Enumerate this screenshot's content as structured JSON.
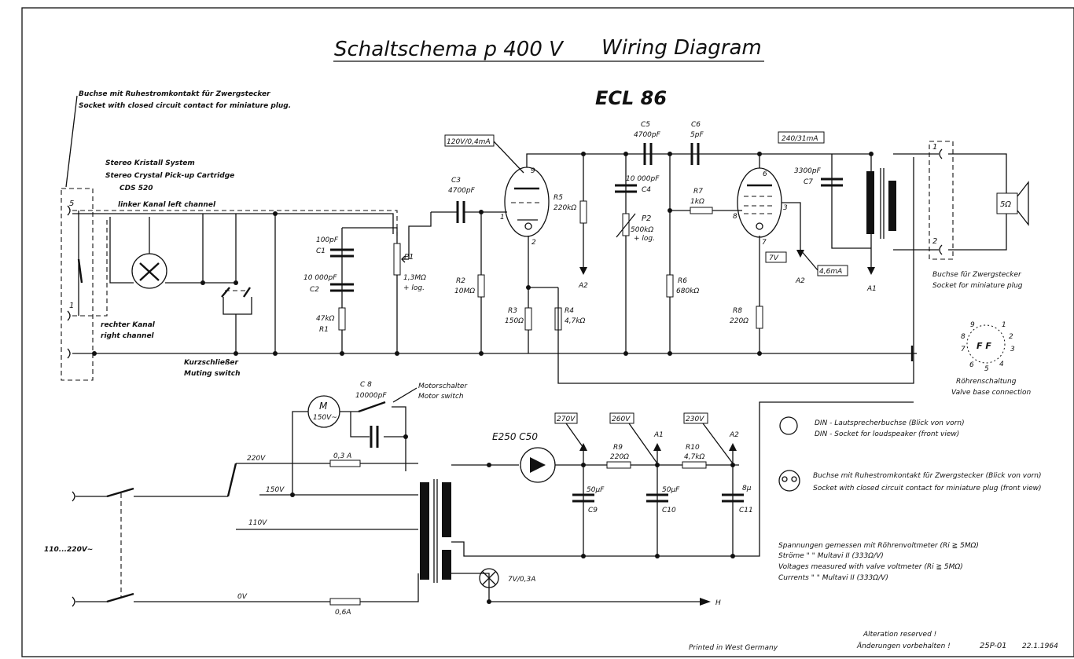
{
  "header": {
    "title_de": "Schaltschema p 400 V",
    "title_en": "Wiring Diagram",
    "tube": "ECL 86"
  },
  "input": {
    "socket_note_de": "Buchse mit Ruhestromkontakt für Zwergstecker",
    "socket_note_en": "Socket with closed circuit contact for miniature plug.",
    "cartridge_de": "Stereo Kristall System",
    "cartridge_en": "Stereo Crystal Pick-up Cartridge",
    "cartridge_model": "CDS 520",
    "left_channel": "linker Kanal   left channel",
    "right_channel_de": "rechter Kanal",
    "right_channel_en": "right channel",
    "muting_de": "Kurzschließer",
    "muting_en": "Muting switch",
    "pin5": "5",
    "pin1": "1"
  },
  "components": {
    "c1_val": "100pF",
    "c1": "C1",
    "c2_val": "10 000pF",
    "c2": "C2",
    "r1_val": "47kΩ",
    "r1": "R1",
    "p1": "P1",
    "p1_val": "1,3MΩ",
    "p1_log": "+ log.",
    "c3": "C3",
    "c3_val": "4700pF",
    "r2": "R2",
    "r2_val": "10MΩ",
    "r3": "R3",
    "r3_val": "150Ω",
    "r4": "R4",
    "r4_val": "4,7kΩ",
    "r5": "R5",
    "r5_val": "220kΩ",
    "a2_left": "A2",
    "c5": "C5",
    "c5_val": "4700pF",
    "c4_val": "10 000pF",
    "c4": "C4",
    "p2": "P2",
    "p2_val": "500kΩ",
    "p2_log": "+ log.",
    "c6": "C6",
    "c6_val": "5pF",
    "r7": "R7",
    "r7_val": "1kΩ",
    "r6": "R6",
    "r6_val": "680kΩ",
    "r8": "R8",
    "r8_val": "220Ω",
    "c7_val": "3300pF",
    "c7": "C7",
    "v_triode": "120V/0,4mA",
    "v_pentode": "240/31mA",
    "v_cathode": "7V",
    "i_screen": "4,6mA",
    "a2_mid": "A2",
    "a1_mid": "A1",
    "pin9": "9",
    "pin1t": "1",
    "pin2t": "2",
    "pin6": "6",
    "pin8": "8",
    "pin3": "3",
    "pin7": "7"
  },
  "output": {
    "speaker": "5Ω",
    "pin1": "1",
    "pin2": "2",
    "socket_de": "Buchse für Zwergstecker",
    "socket_en": "Socket for miniature plug"
  },
  "valve_base": {
    "pins": [
      "1",
      "2",
      "3",
      "4",
      "5",
      "6",
      "7",
      "8",
      "9"
    ],
    "label": "F F",
    "caption_de": "Röhrenschaltung",
    "caption_en": "Valve base connection"
  },
  "power": {
    "motor": "M",
    "motor_v": "150V~",
    "c8": "C 8",
    "c8_val": "10000pF",
    "motor_switch_de": "Motorschalter",
    "motor_switch_en": "Motor switch",
    "tap_220": "220V",
    "tap_150": "150V",
    "tap_110": "110V",
    "tap_0": "0V",
    "fuse1": "0,3 A",
    "fuse2": "0,6A",
    "mains": "110...220V~",
    "rectifier": "E250 C50",
    "v270": "270V",
    "v260": "260V",
    "v230": "230V",
    "a1": "A1",
    "a2": "A2",
    "r9": "R9",
    "r9_val": "220Ω",
    "r10": "R10",
    "r10_val": "4,7kΩ",
    "c9_val": "50µF",
    "c9": "C9",
    "c10_val": "50µF",
    "c10": "C10",
    "c11_val": "8µ",
    "c11": "C11",
    "lamp": "7V/0,3A",
    "h": "H"
  },
  "legend": {
    "din_de": "DIN - Lautsprecherbuchse (Blick von vorn)",
    "din_en": "DIN - Socket for loudspeaker (front view)",
    "socket_de": "Buchse mit Ruhestromkontakt für Zwergstecker (Blick von vorn)",
    "socket_en": "Socket with closed circuit contact for miniature plug (front view)",
    "meas_line1": "Spannungen gemessen mit Röhrenvoltmeter (Ri ≧ 5MΩ)",
    "meas_line2": "Ströme      \"      \"   Multavi II (333Ω/V)",
    "meas_line3": "Voltages measured with valve voltmeter (Ri ≧ 5MΩ)",
    "meas_line4": "Currents      \"      \"   Multavi II (333Ω/V)"
  },
  "footer": {
    "printed": "Printed in West Germany",
    "alteration_en": "Alteration reserved !",
    "alteration_de": "Änderungen vorbehalten !",
    "code": "25P-01",
    "date": "22.1.1964"
  }
}
